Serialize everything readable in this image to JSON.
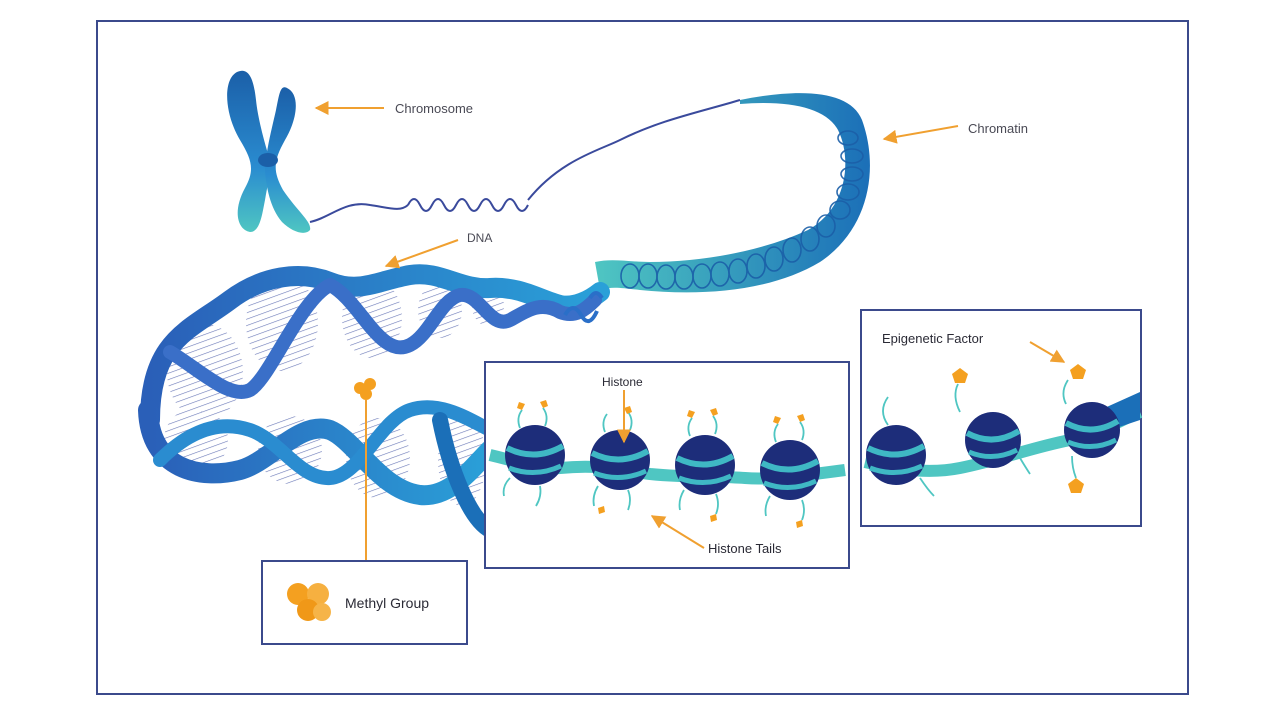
{
  "labels": {
    "chromosome": "Chromosome",
    "chromatin": "Chromatin",
    "dna": "DNA",
    "histone": "Histone",
    "histone_tails": "Histone Tails",
    "epigenetic_factor": "Epigenetic Factor",
    "methyl_group": "Methyl Group"
  },
  "colors": {
    "frame": "#3b4a8c",
    "arrow": "#f0a030",
    "dna_dark": "#1b5fa8",
    "dna_mid": "#2a8cd0",
    "dna_light": "#4fc6c2",
    "histone": "#1d2d7a",
    "histone_band": "#3fb8c4",
    "methyl": "#f4a020"
  },
  "icons": [
    "chromosome-icon",
    "histone-icon",
    "methyl-group-icon",
    "epigenetic-factor-icon"
  ]
}
